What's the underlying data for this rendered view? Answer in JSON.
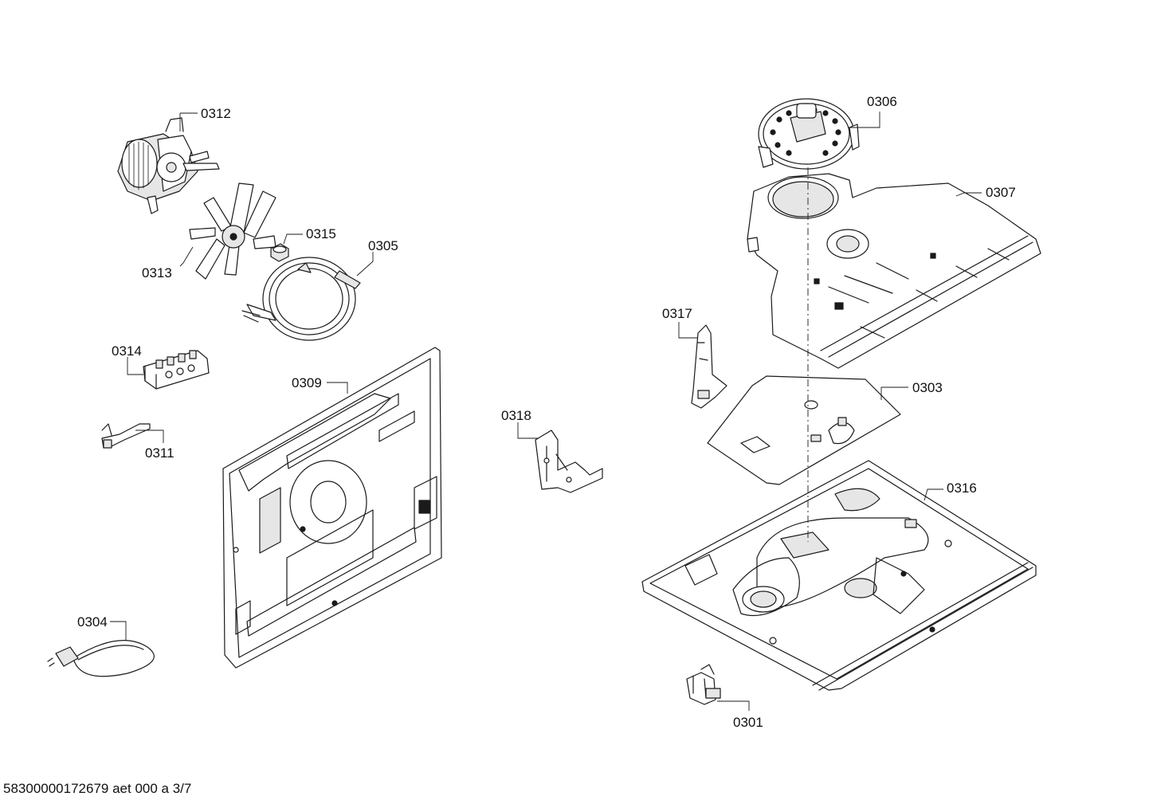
{
  "callouts": {
    "c0312": "0312",
    "c0313": "0313",
    "c0315": "0315",
    "c0305": "0305",
    "c0314": "0314",
    "c0311": "0311",
    "c0309": "0309",
    "c0304": "0304",
    "c0318": "0318",
    "c0317": "0317",
    "c0306": "0306",
    "c0307": "0307",
    "c0303": "0303",
    "c0316": "0316",
    "c0301": "0301"
  },
  "footer": {
    "document_id": "58300000172679 aet 000 a 3/7"
  }
}
